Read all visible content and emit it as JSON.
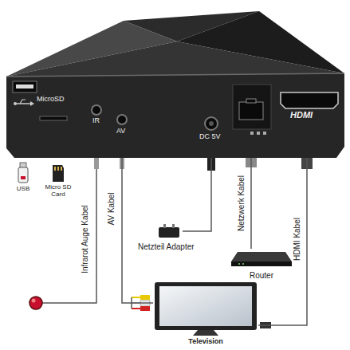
{
  "diagram": {
    "nodes": [
      {
        "text": [
          "MicroSD",
          "IR",
          "AV",
          "DC 5V",
          "HDMI"
        ]
      },
      {
        "text": [
          "USB"
        ]
      },
      {
        "text": [
          "Micro SD Card"
        ]
      },
      {
        "text": [
          "Netzteil Adapter"
        ]
      },
      {
        "text": [
          "Router"
        ]
      },
      {
        "text": [
          "Television"
        ]
      }
    ],
    "edges": [
      {
        "from": 0,
        "to": 5,
        "label": "AV Kabel",
        "arrow": "none"
      },
      {
        "from": 0,
        "to": 5,
        "label": "HDMI Kabel",
        "arrow": "none"
      },
      {
        "from": 0,
        "to": 4,
        "label": "Netzwerk Kabel",
        "arrow": "none"
      },
      {
        "from": 0,
        "to": 3,
        "arrow": "none"
      }
    ],
    "labels": [
      "Infrarot Auge Kabel"
    ]
  }
}
